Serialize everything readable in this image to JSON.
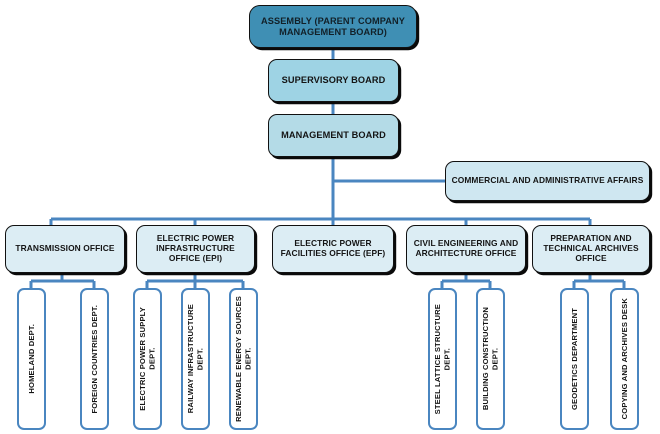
{
  "diagram": {
    "title": "Company organizational structure chart",
    "colors": {
      "assembly_fill": "#3f8fb4",
      "supervisory_fill": "#9ed3e4",
      "management_fill": "#b4dbe7",
      "commercial_fill": "#cfe7f1",
      "office_fill": "#dcedf4",
      "leaf_fill": "#ffffff",
      "leaf_border": "#4a86c0",
      "node_border": "#111111",
      "connector": "#4a86c0",
      "background": "#ffffff"
    }
  },
  "nodes": {
    "assembly": {
      "label": "ASSEMBLY (PARENT COMPANY MANAGEMENT BOARD)"
    },
    "supervisory": {
      "label": "SUPERVISORY BOARD"
    },
    "management": {
      "label": "MANAGEMENT BOARD"
    },
    "commercial": {
      "label": "COMMERCIAL AND ADMINISTRATIVE AFFAIRS"
    }
  },
  "offices": [
    {
      "label": "TRANSMISSION OFFICE"
    },
    {
      "label": "ELECTRIC POWER INFRASTRUCTURE OFFICE (EPI)"
    },
    {
      "label": "ELECTRIC POWER FACILITIES OFFICE (EPF)"
    },
    {
      "label": "CIVIL ENGINEERING AND ARCHITECTURE OFFICE"
    },
    {
      "label": "PREPARATION AND TECHNICAL ARCHIVES OFFICE"
    }
  ],
  "departments": [
    {
      "label": "HOMELAND DEPT."
    },
    {
      "label": "FOREIGN COUNTRIES DEPT."
    },
    {
      "label": "ELECTRIC POWER SUPPLY\nDEPT."
    },
    {
      "label": "RAILWAY INFRASTRUCTURE\nDEPT."
    },
    {
      "label": "RENEWABLE ENERGY SOURCES\nDEPT."
    },
    {
      "label": "STEEL LATTICE STRUCTURE\nDEPT."
    },
    {
      "label": "BUILDING CONSTRUCTION\nDEPT."
    },
    {
      "label": "GEODETICS DEPARTMENT"
    },
    {
      "label": "COPYING AND ARCHIVES DESK"
    }
  ]
}
